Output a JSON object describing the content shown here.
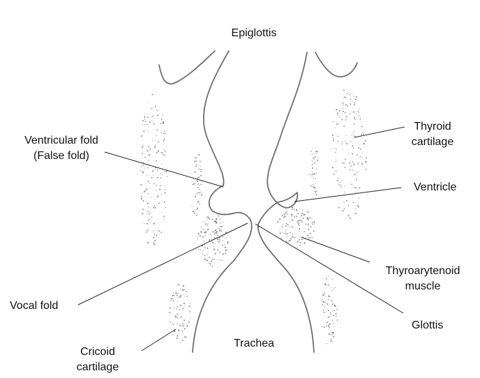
{
  "labels": {
    "epiglottis": "Epiglottis",
    "ventricular_fold_1": "Ventricular fold",
    "ventricular_fold_2": "(False fold)",
    "thyroid_1": "Thyroid",
    "thyroid_2": "cartilage",
    "ventricle": "Ventricle",
    "thyroarytenoid_1": "Thyroarytenoid",
    "thyroarytenoid_2": "muscle",
    "vocal_fold": "Vocal fold",
    "glottis": "Glottis",
    "cricoid_1": "Cricoid",
    "cricoid_2": "cartilage",
    "trachea": "Trachea"
  }
}
